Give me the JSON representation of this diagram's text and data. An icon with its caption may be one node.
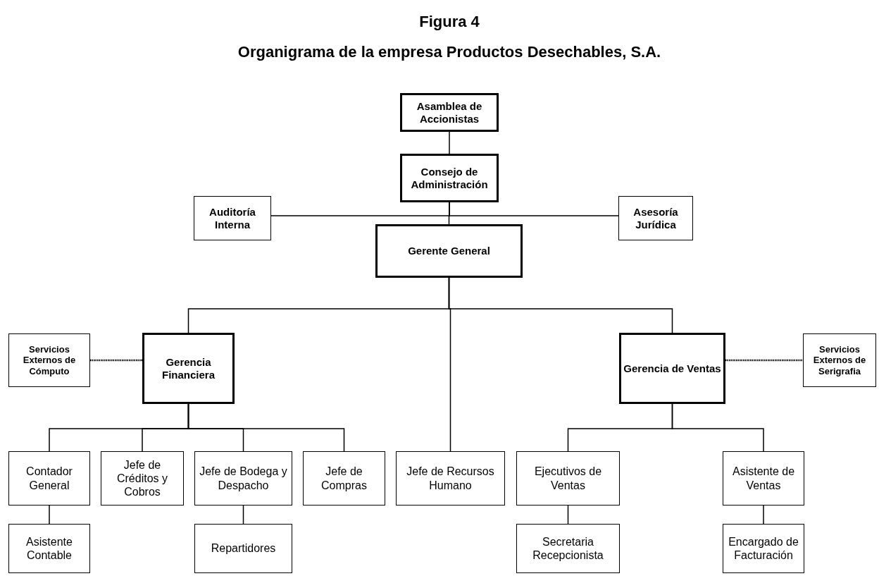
{
  "diagram": {
    "title": "Figura 4",
    "caption": "Organigrama de la empresa Productos Desechables, S.A.",
    "nodes": [
      {
        "text": [
          "Asamblea de Accionistas"
        ]
      },
      {
        "text": [
          "Consejo de Administración"
        ]
      },
      {
        "text": [
          "Auditoría Interna"
        ]
      },
      {
        "text": [
          "Asesoría Jurídica"
        ]
      },
      {
        "text": [
          "Gerente General"
        ]
      },
      {
        "text": [
          "Servicios Externos de Cómputo"
        ]
      },
      {
        "text": [
          "Gerencia Financiera"
        ]
      },
      {
        "text": [
          "Gerencia de Ventas"
        ]
      },
      {
        "text": [
          "Servicios Externos de Serigrafia"
        ]
      },
      {
        "text": [
          "Contador General"
        ]
      },
      {
        "text": [
          "Jefe de Créditos y Cobros"
        ]
      },
      {
        "text": [
          "Jefe de Bodega y Despacho"
        ]
      },
      {
        "text": [
          "Jefe de Compras"
        ]
      },
      {
        "text": [
          "Jefe de Recursos Humano"
        ]
      },
      {
        "text": [
          "Ejecutivos de Ventas"
        ]
      },
      {
        "text": [
          "Asistente de Ventas"
        ]
      },
      {
        "text": [
          "Asistente Contable"
        ]
      },
      {
        "text": [
          "Repartidores"
        ]
      },
      {
        "text": [
          "Secretaria Recepcionista"
        ]
      },
      {
        "text": [
          "Encargado de Facturación"
        ]
      }
    ],
    "edges": [
      {
        "from": 0,
        "to": 1,
        "arrow": "none"
      },
      {
        "from": 1,
        "to": 2,
        "arrow": "none"
      },
      {
        "from": 1,
        "to": 3,
        "arrow": "none"
      },
      {
        "from": 1,
        "to": 4,
        "arrow": "none"
      },
      {
        "from": 4,
        "to": 6,
        "arrow": "none"
      },
      {
        "from": 4,
        "to": 13,
        "arrow": "none"
      },
      {
        "from": 4,
        "to": 7,
        "arrow": "none"
      },
      {
        "from": 5,
        "to": 6,
        "arrow": "none",
        "style": "dashed"
      },
      {
        "from": 7,
        "to": 8,
        "arrow": "none",
        "style": "dashed"
      },
      {
        "from": 6,
        "to": 9,
        "arrow": "none"
      },
      {
        "from": 6,
        "to": 10,
        "arrow": "none"
      },
      {
        "from": 6,
        "to": 11,
        "arrow": "none"
      },
      {
        "from": 6,
        "to": 12,
        "arrow": "none"
      },
      {
        "from": 7,
        "to": 14,
        "arrow": "none"
      },
      {
        "from": 7,
        "to": 15,
        "arrow": "none"
      },
      {
        "from": 9,
        "to": 16,
        "arrow": "none"
      },
      {
        "from": 11,
        "to": 17,
        "arrow": "none"
      },
      {
        "from": 14,
        "to": 18,
        "arrow": "none"
      },
      {
        "from": 15,
        "to": 19,
        "arrow": "none"
      }
    ]
  }
}
